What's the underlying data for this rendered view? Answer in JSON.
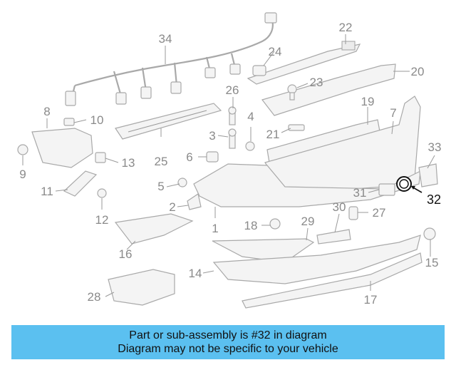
{
  "diagram": {
    "callouts": {
      "c1": "1",
      "c2": "2",
      "c3": "3",
      "c4": "4",
      "c5": "5",
      "c6": "6",
      "c7": "7",
      "c8": "8",
      "c9": "9",
      "c10": "10",
      "c11": "11",
      "c12": "12",
      "c13": "13",
      "c14": "14",
      "c15": "15",
      "c16": "16",
      "c17": "17",
      "c18": "18",
      "c19": "19",
      "c20": "20",
      "c21": "21",
      "c22": "22",
      "c23": "23",
      "c24": "24",
      "c25": "25",
      "c26": "26",
      "c27": "27",
      "c28": "28",
      "c29": "29",
      "c30": "30",
      "c31": "31",
      "c32": "32",
      "c33": "33",
      "c34": "34"
    },
    "highlighted_part": "32",
    "colors": {
      "line_art": "#a9a9a9",
      "callout_text": "#8a8a8a",
      "highlight": "#111111"
    }
  },
  "banner": {
    "line1": "Part or sub-assembly is #32 in diagram",
    "line2": "Diagram may not be specific to your vehicle",
    "background": "#5bc0f0"
  }
}
